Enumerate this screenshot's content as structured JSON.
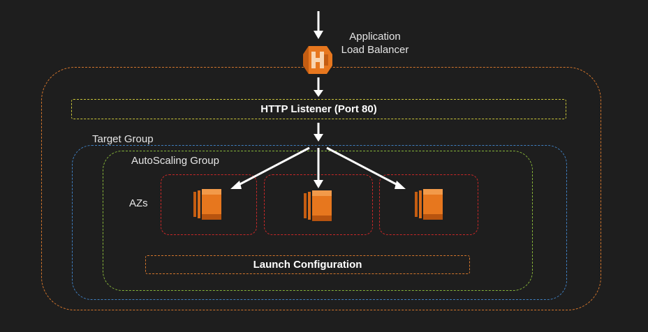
{
  "load_balancer": {
    "label_line1": "Application",
    "label_line2": "Load Balancer",
    "icon": "elb-icon"
  },
  "listener": {
    "label": "HTTP Listener (Port 80)"
  },
  "target_group": {
    "label": "Target Group"
  },
  "autoscaling_group": {
    "label": "AutoScaling Group"
  },
  "azs": {
    "label": "AZs",
    "instances": [
      {
        "icon": "ec2-instance-icon"
      },
      {
        "icon": "ec2-instance-icon"
      },
      {
        "icon": "ec2-instance-icon"
      }
    ]
  },
  "launch_configuration": {
    "label": "Launch Configuration"
  },
  "colors": {
    "background": "#1e1e1e",
    "aws_orange": "#e7771e",
    "listener_border": "#c8c43a",
    "target_group_border": "#3f7fc0",
    "asg_border": "#86b43a",
    "az_border": "#c92828"
  }
}
